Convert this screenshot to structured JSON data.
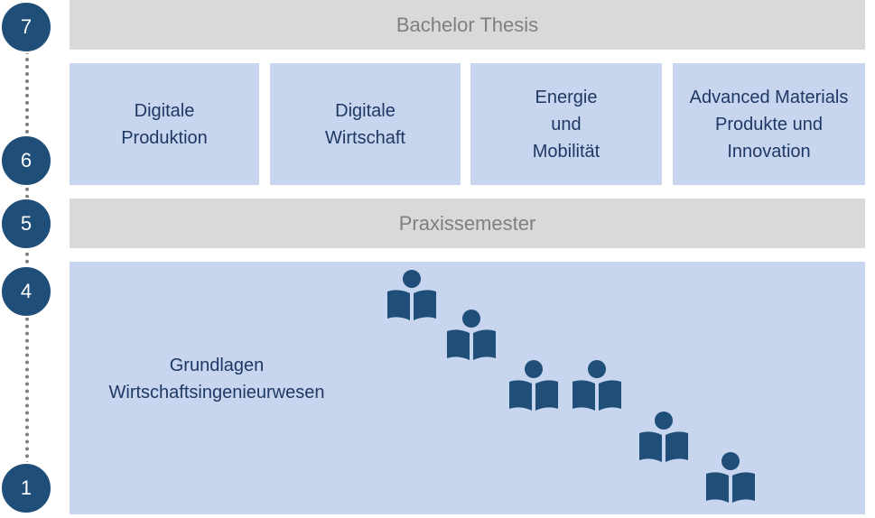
{
  "timeline": {
    "semesters": [
      {
        "label": "7"
      },
      {
        "label": "6"
      },
      {
        "label": "5"
      },
      {
        "label": "4"
      },
      {
        "label": "1"
      }
    ]
  },
  "thesis": {
    "label": "Bachelor Thesis"
  },
  "specializations": [
    {
      "label": "Digitale\nProduktion"
    },
    {
      "label": "Digitale\nWirtschaft"
    },
    {
      "label": "Energie\nund\nMobilität"
    },
    {
      "label": "Advanced Materials\nProdukte und\nInnovation"
    }
  ],
  "practice": {
    "label": "Praxissemester"
  },
  "foundation": {
    "label": "Grundlagen\nWirtschaftsingenieurwesen",
    "icon": "reader-icon",
    "icon_count": 6
  },
  "colors": {
    "circle": "#1f4e79",
    "box_blue": "#c7d5ef",
    "bar_gray": "#d9d9d9",
    "text_dark_blue": "#1f3864",
    "text_gray": "#7f7f7f"
  }
}
